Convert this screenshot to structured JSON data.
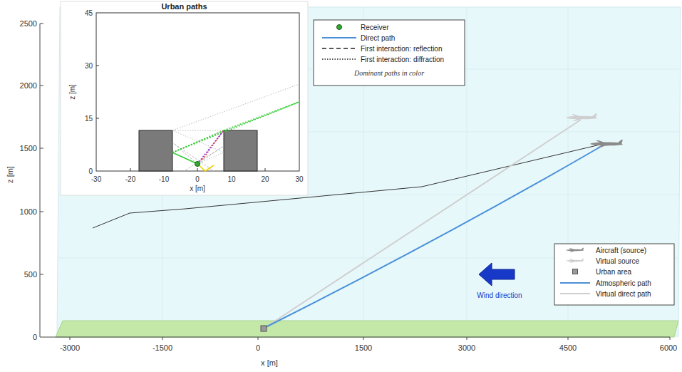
{
  "diagram": {
    "nodes": [
      {
        "text": [
          "Urban paths"
        ]
      }
    ],
    "labels": [
      "2500",
      "2000",
      "1500",
      "1000",
      "500",
      "0",
      "-3000",
      "-1500",
      "0",
      "1500",
      "3000",
      "4500",
      "6000",
      "z [m]",
      "x [m]",
      "45",
      "30",
      "15",
      "0",
      "-30",
      "-20",
      "-10",
      "0",
      "10",
      "20",
      "30",
      "z [m]",
      "x [m]",
      "Dominant paths in color",
      "Wind direction"
    ],
    "legend": [
      {
        "text": "Receiver"
      },
      {
        "text": "Direct path"
      },
      {
        "text": "First interaction: reflection"
      },
      {
        "text": "First interaction: diffraction"
      },
      {
        "text": "Aircraft (source)"
      },
      {
        "text": "Virtual source"
      },
      {
        "text": "Urban area",
        "color": "#9a9a9a"
      },
      {
        "text": "Atmospheric path"
      },
      {
        "text": "Virtual direct path"
      }
    ]
  }
}
